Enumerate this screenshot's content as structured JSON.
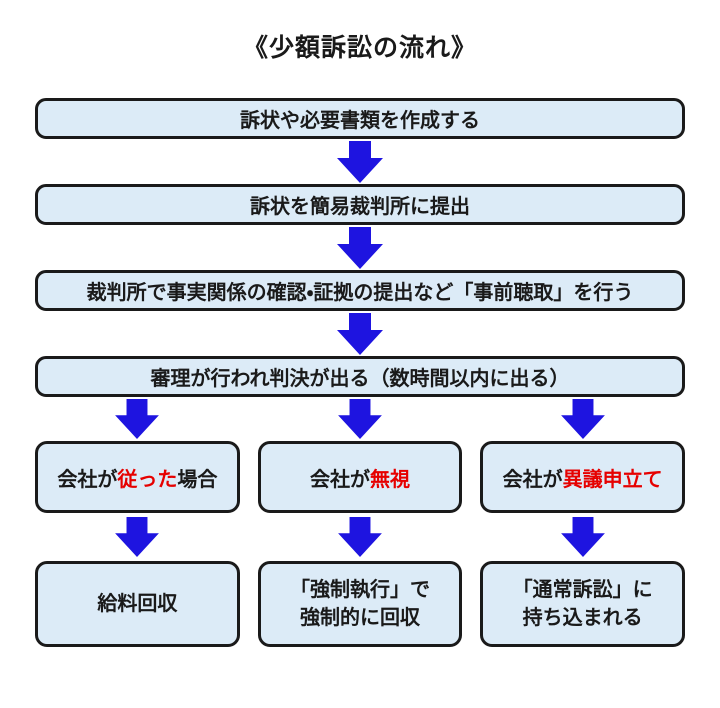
{
  "title": "《少額訴訟の流れ》",
  "colors": {
    "box_fill": "#dcebf7",
    "box_border": "#1a1a1a",
    "arrow_blue": "#1e14e0",
    "highlight_red": "#e60000",
    "text_black": "#1a1a1a",
    "background": "#ffffff"
  },
  "icons": {
    "flow_arrow": "down-arrow"
  },
  "flow": {
    "steps": [
      "訴状や必要書類を作成する",
      "訴状を簡易裁判所に提出",
      "裁判所で事実関係の確認・証拠の提出など「事前聴取」を行う",
      "審理が行われ判決が出る（数時間以内に出る）"
    ],
    "branches": [
      {
        "pre": "会社が",
        "highlight": "従った",
        "post": "場合"
      },
      {
        "pre": "会社が",
        "highlight": "無視",
        "post": ""
      },
      {
        "pre": "会社が",
        "highlight": "異議申立て",
        "post": ""
      }
    ],
    "results": [
      {
        "line1": "給料回収",
        "line2": ""
      },
      {
        "line1": "「強制執行」で",
        "line2": "強制的に回収"
      },
      {
        "line1": "「通常訴訟」に",
        "line2": "持ち込まれる"
      }
    ]
  }
}
